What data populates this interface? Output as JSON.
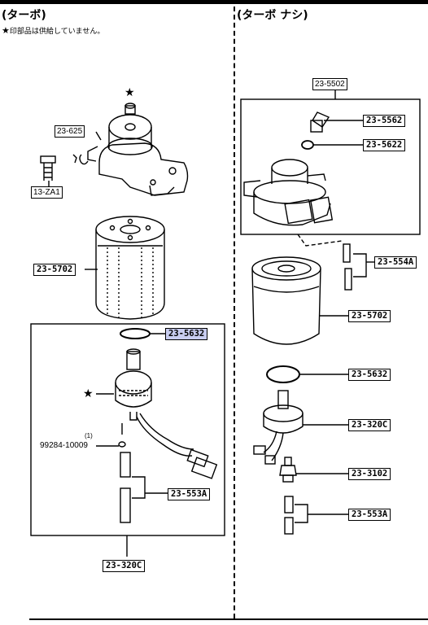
{
  "headers": {
    "left": "(ターボ)",
    "right": "(ターボ ナシ)"
  },
  "note": {
    "star": "★",
    "text": "印部品は供給していません。"
  },
  "left_labels": {
    "sensor_assy": "23-625",
    "bolt": "13-ZA1",
    "filter": "23-5702",
    "oring": "23-5632",
    "hose": "23-553A",
    "bottom": "23-320C",
    "part_qty": "(1)",
    "part_number": "99284-10009",
    "star_top": "★",
    "star_mid": "★"
  },
  "right_labels": {
    "assy": "23-5502",
    "plug": "23-5562",
    "oring_small": "23-5622",
    "pin": "23-554A",
    "filter": "23-5702",
    "oring": "23-5632",
    "sedimenter": "23-320C",
    "sensor": "23-3102",
    "hose": "23-553A"
  },
  "colors": {
    "highlight": "#c8cdf0",
    "ink": "#000000"
  }
}
